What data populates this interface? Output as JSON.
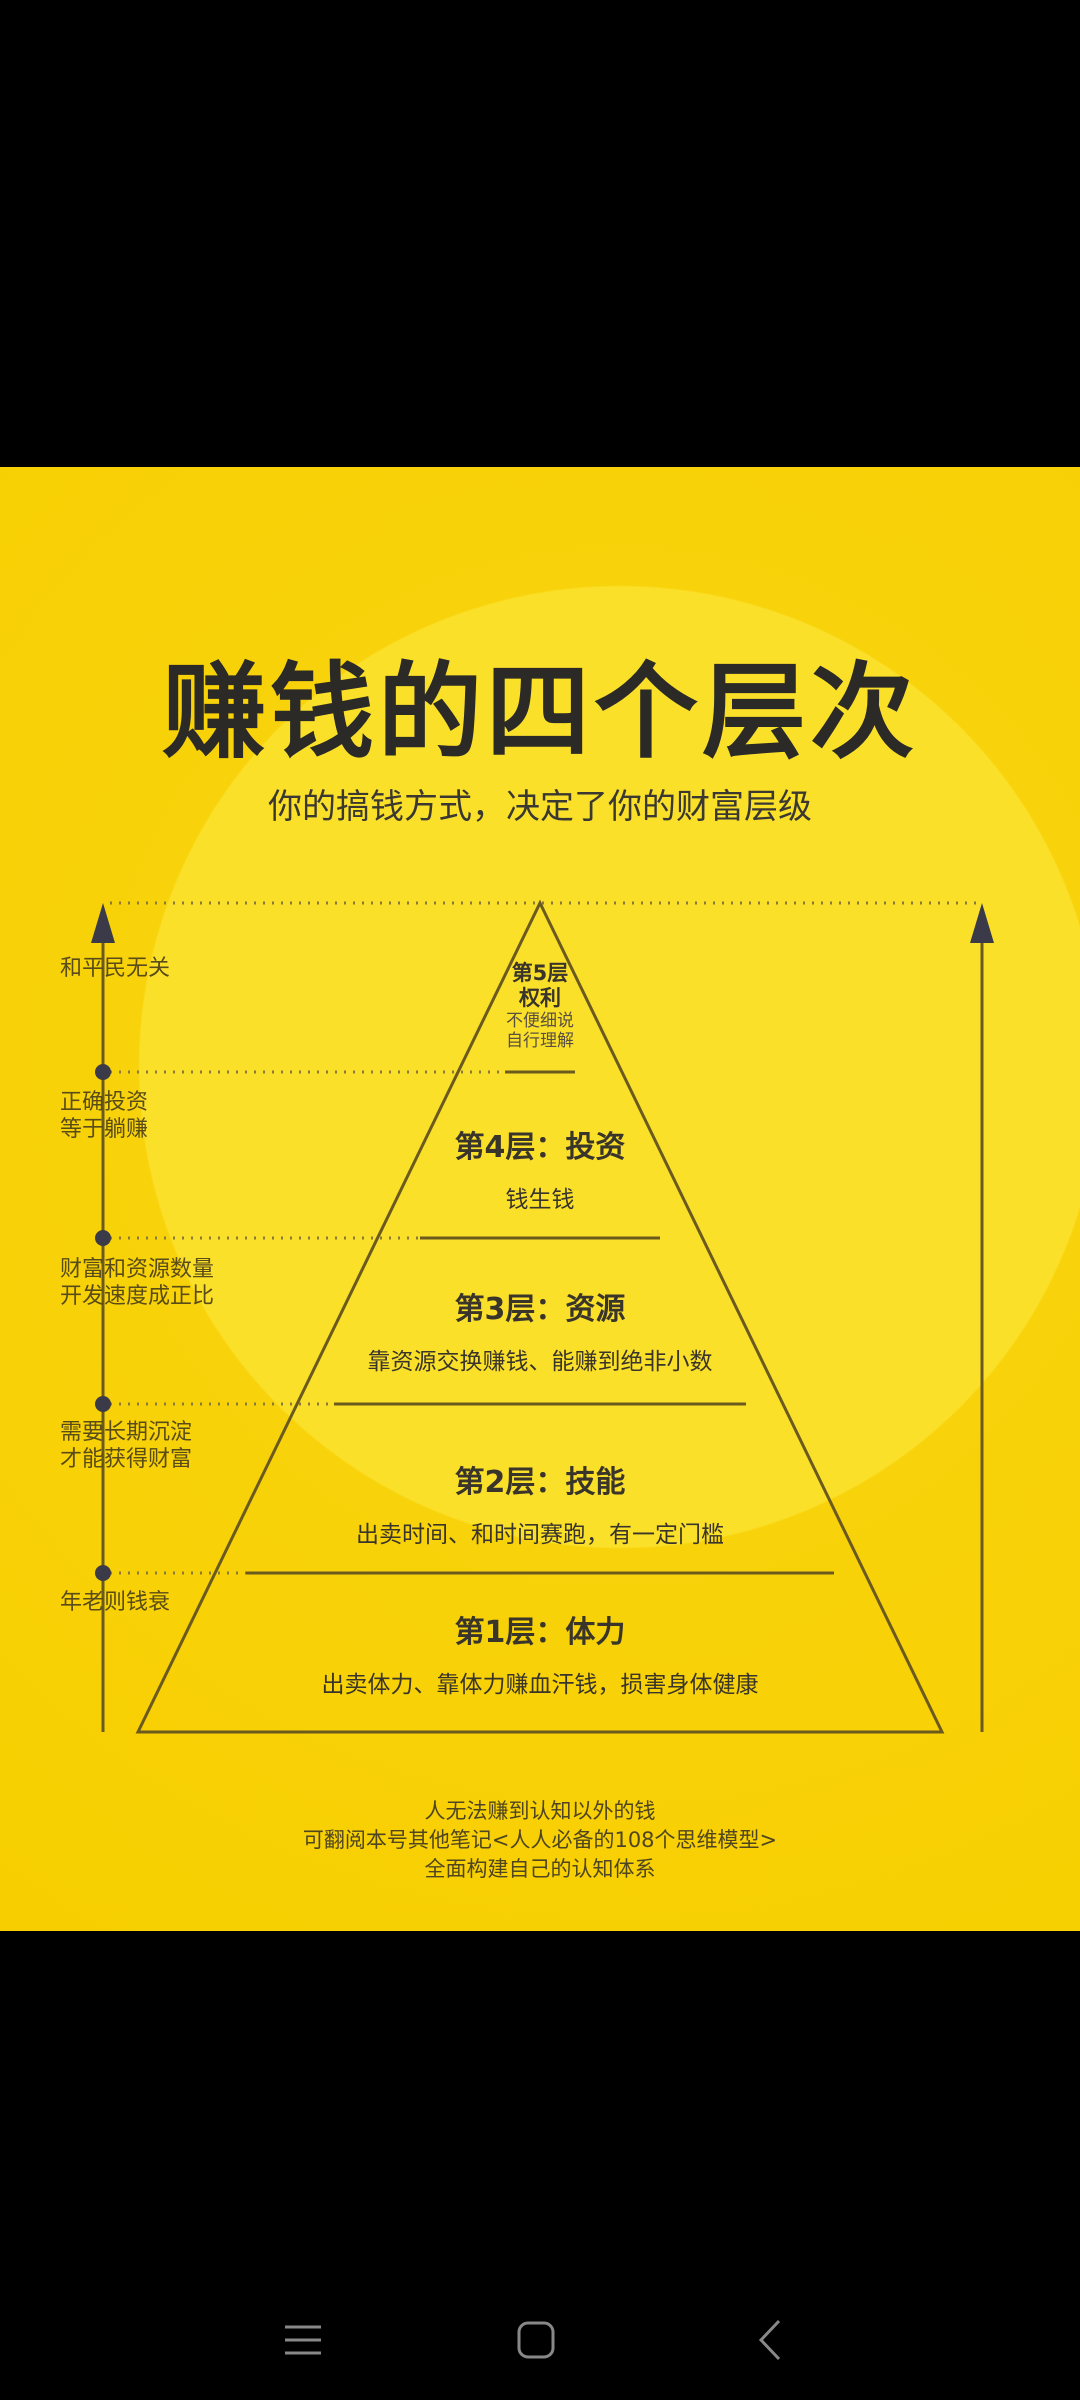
{
  "poster": {
    "title": "赚钱的四个层次",
    "subtitle": "你的搞钱方式，决定了你的财富层级",
    "side_labels": [
      [
        "和平民无关"
      ],
      [
        "正确投资",
        "等于躺赚"
      ],
      [
        "财富和资源数量",
        "开发速度成正比"
      ],
      [
        "需要长期沉淀",
        "才能获得财富"
      ],
      [
        "年老则钱衰"
      ]
    ],
    "tiers": {
      "t5": {
        "title": "第5层",
        "name": "权利",
        "desc1": "不便细说",
        "desc2": "自行理解"
      },
      "t4": {
        "title": "第4层：投资",
        "desc": "钱生钱"
      },
      "t3": {
        "title": "第3层：资源",
        "desc": "靠资源交换赚钱、能赚到绝非小数"
      },
      "t2": {
        "title": "第2层：技能",
        "desc": "出卖时间、和时间赛跑，有一定门槛"
      },
      "t1": {
        "title": "第1层：体力",
        "desc": "出卖体力、靠体力赚血汗钱，损害身体健康"
      }
    },
    "footer": [
      "人无法赚到认知以外的钱",
      "可翻阅本号其他笔记<人人必备的108个思维模型>",
      "全面构建自己的认知体系"
    ],
    "colors": {
      "background": "#f7cf00",
      "ink": "#3a352a",
      "line": "#6b5a1e"
    }
  },
  "navbar": {
    "icons": [
      "menu-icon",
      "home-square-icon",
      "back-chevron-icon"
    ]
  }
}
